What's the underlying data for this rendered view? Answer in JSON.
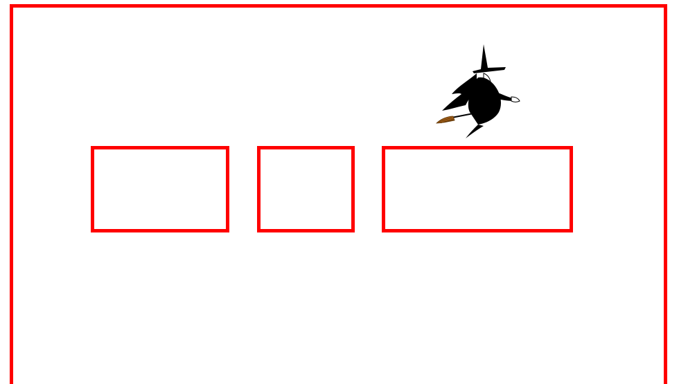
{
  "colors": {
    "frame": "#ff0000",
    "background": "#ffffff",
    "witch_silhouette": "#000000",
    "broom": "#9a5a17"
  },
  "icons": {
    "sprite": "witch-on-broom-icon"
  },
  "drop_slots": [
    {
      "name": "drop-slot-1"
    },
    {
      "name": "drop-slot-2"
    },
    {
      "name": "drop-slot-3"
    }
  ]
}
